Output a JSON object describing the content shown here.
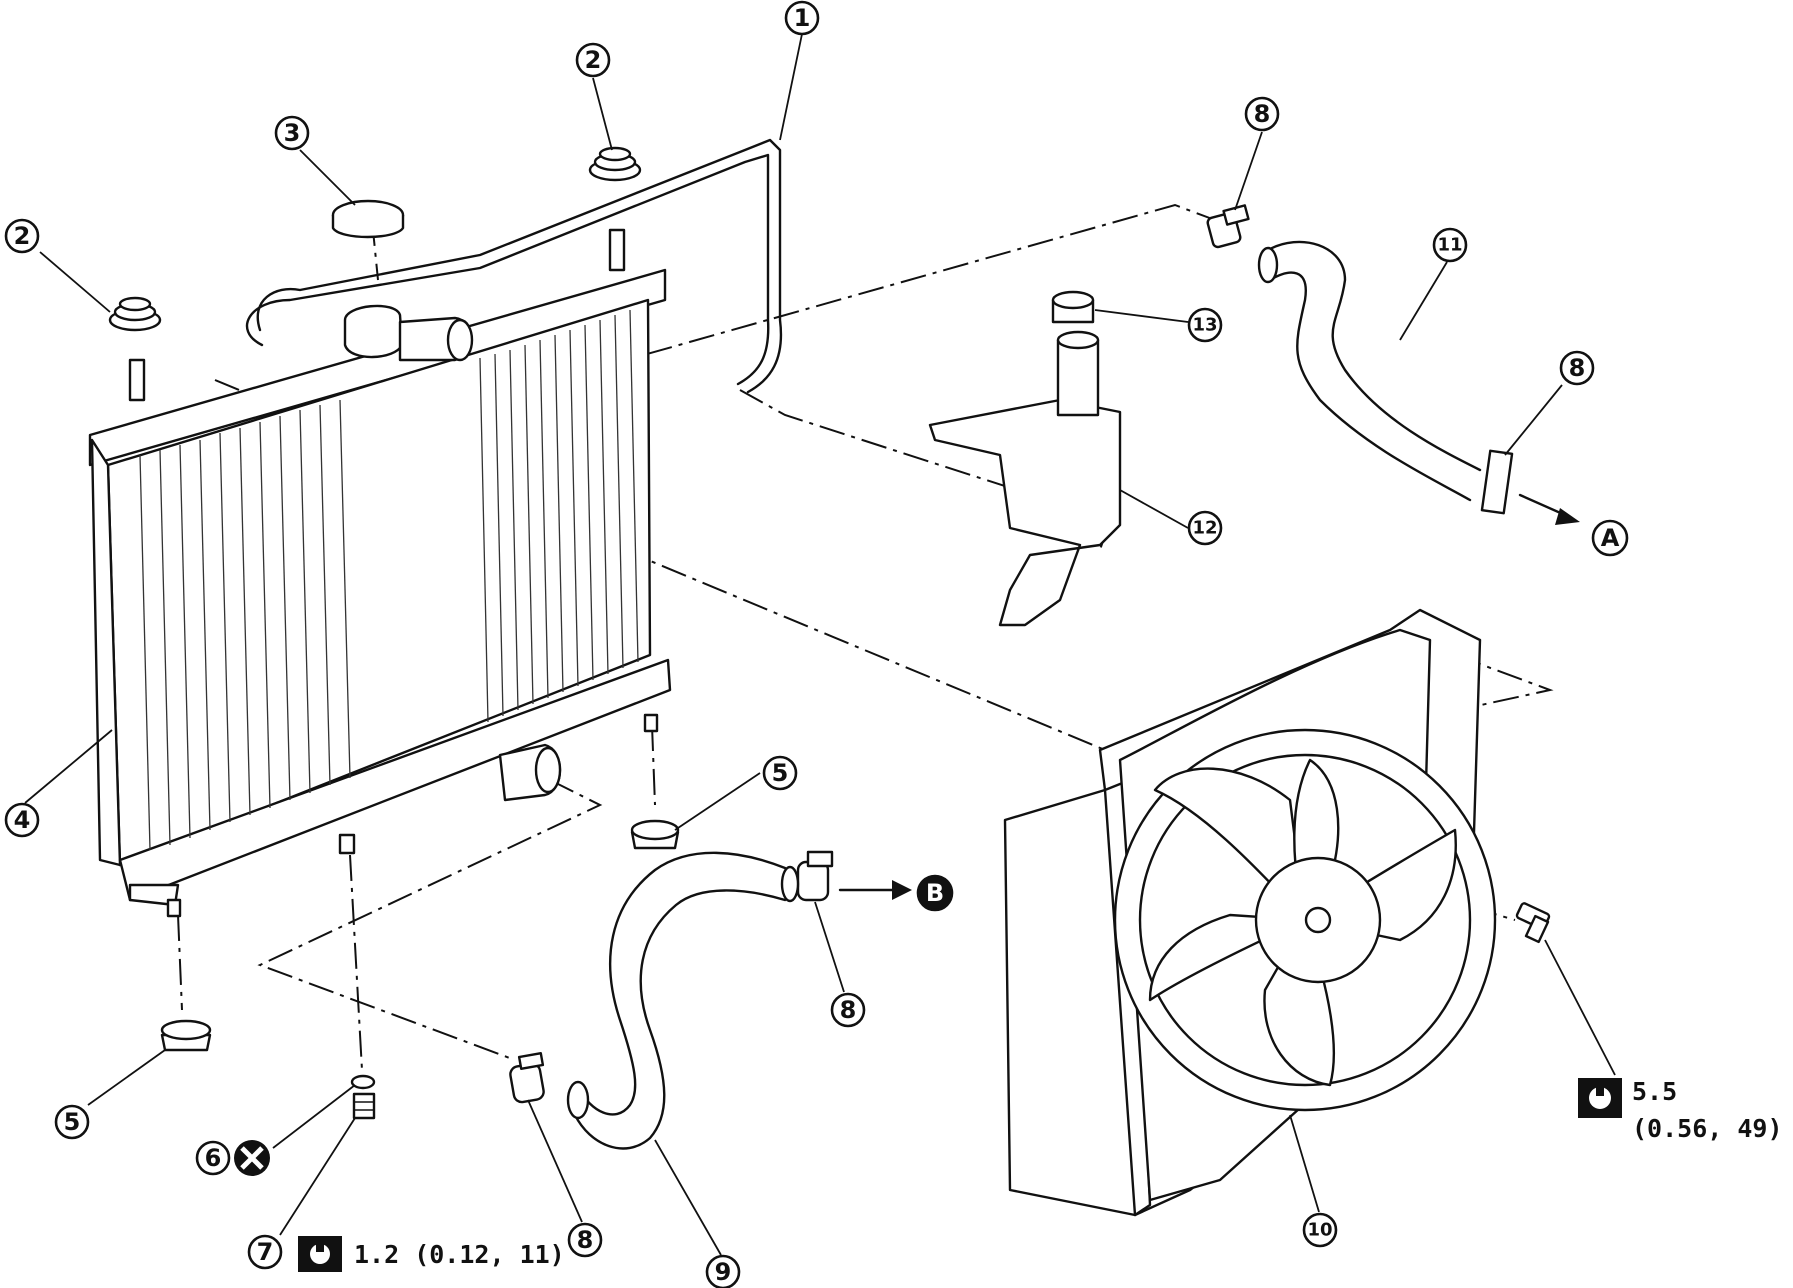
{
  "callouts": [
    {
      "id": "c1",
      "label": "1"
    },
    {
      "id": "c2a",
      "label": "2"
    },
    {
      "id": "c2b",
      "label": "2"
    },
    {
      "id": "c3",
      "label": "3"
    },
    {
      "id": "c4",
      "label": "4"
    },
    {
      "id": "c5a",
      "label": "5"
    },
    {
      "id": "c5b",
      "label": "5"
    },
    {
      "id": "c6",
      "label": "6"
    },
    {
      "id": "c7",
      "label": "7"
    },
    {
      "id": "c8a",
      "label": "8"
    },
    {
      "id": "c8b",
      "label": "8"
    },
    {
      "id": "c8c",
      "label": "8"
    },
    {
      "id": "c8d",
      "label": "8"
    },
    {
      "id": "c9",
      "label": "9"
    },
    {
      "id": "c10",
      "label": "10"
    },
    {
      "id": "c11",
      "label": "11"
    },
    {
      "id": "c12",
      "label": "12"
    },
    {
      "id": "c13",
      "label": "13"
    },
    {
      "id": "cA",
      "label": "A"
    },
    {
      "id": "cB",
      "label": "B"
    }
  ],
  "torque_specs": [
    {
      "id": "drain_plug",
      "line1": "1.2 (0.12, 11)",
      "icon": "torque-wrench-icon"
    },
    {
      "id": "fan_bolt",
      "line1": "5.5",
      "line2": "(0.56, 49)",
      "icon": "torque-wrench-icon"
    }
  ],
  "symbols": {
    "do_not_reuse": "x-in-circle-icon"
  }
}
